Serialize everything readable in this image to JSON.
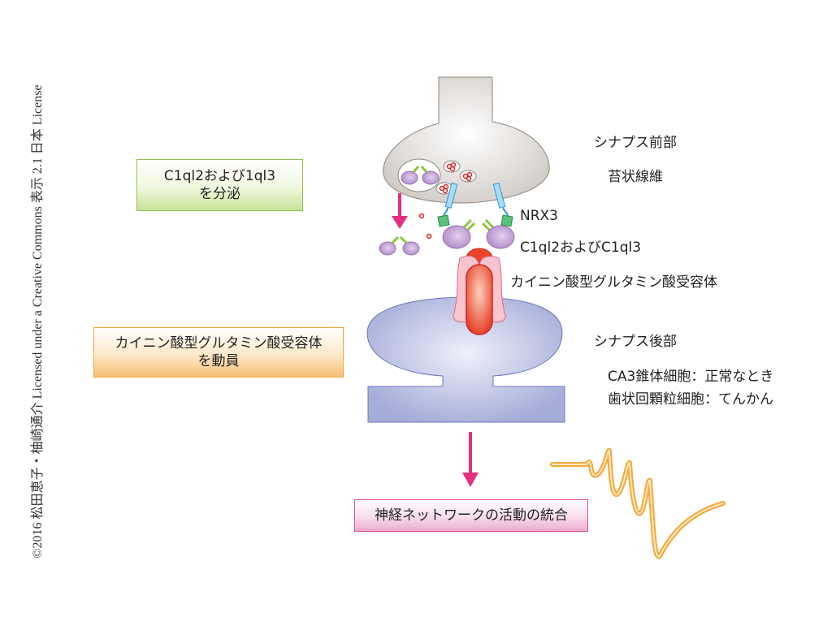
{
  "credit": "©2016 松田恵子・柚崎通介 Licensed under a Creative Commons 表示 2.1 日本 License",
  "boxes": {
    "secrete": {
      "line1": "C1ql2および1ql3",
      "line2": "を分泌"
    },
    "recruit": {
      "line1": "カイニン酸型グルタミン酸受容体",
      "line2": "を動員"
    },
    "integrate": {
      "line1": "神経ネットワークの活動の統合"
    }
  },
  "labels": {
    "presynaptic": "シナプス前部",
    "mossy_fiber": "苔状線維",
    "nrx3": "NRX3",
    "c1ql": "C1ql2およびC1ql3",
    "kainate_receptor": "カイニン酸型グルタミン酸受容体",
    "postsynaptic": "シナプス後部",
    "ca3": "CA3錐体細胞：正常なとき",
    "dentate": "歯状回顆粒細胞：てんかん"
  },
  "colors": {
    "presynaptic_fill": "#dcd8d4",
    "postsynaptic_fill": "#b9bfe0",
    "arrow": "#e0307f",
    "c1ql_purple": "#b48bc9",
    "linker_green": "#8dc63f",
    "nrx_blue": "#5bbde6",
    "receptor_red": "#e8452c",
    "trace_orange": "#f3a93a"
  }
}
